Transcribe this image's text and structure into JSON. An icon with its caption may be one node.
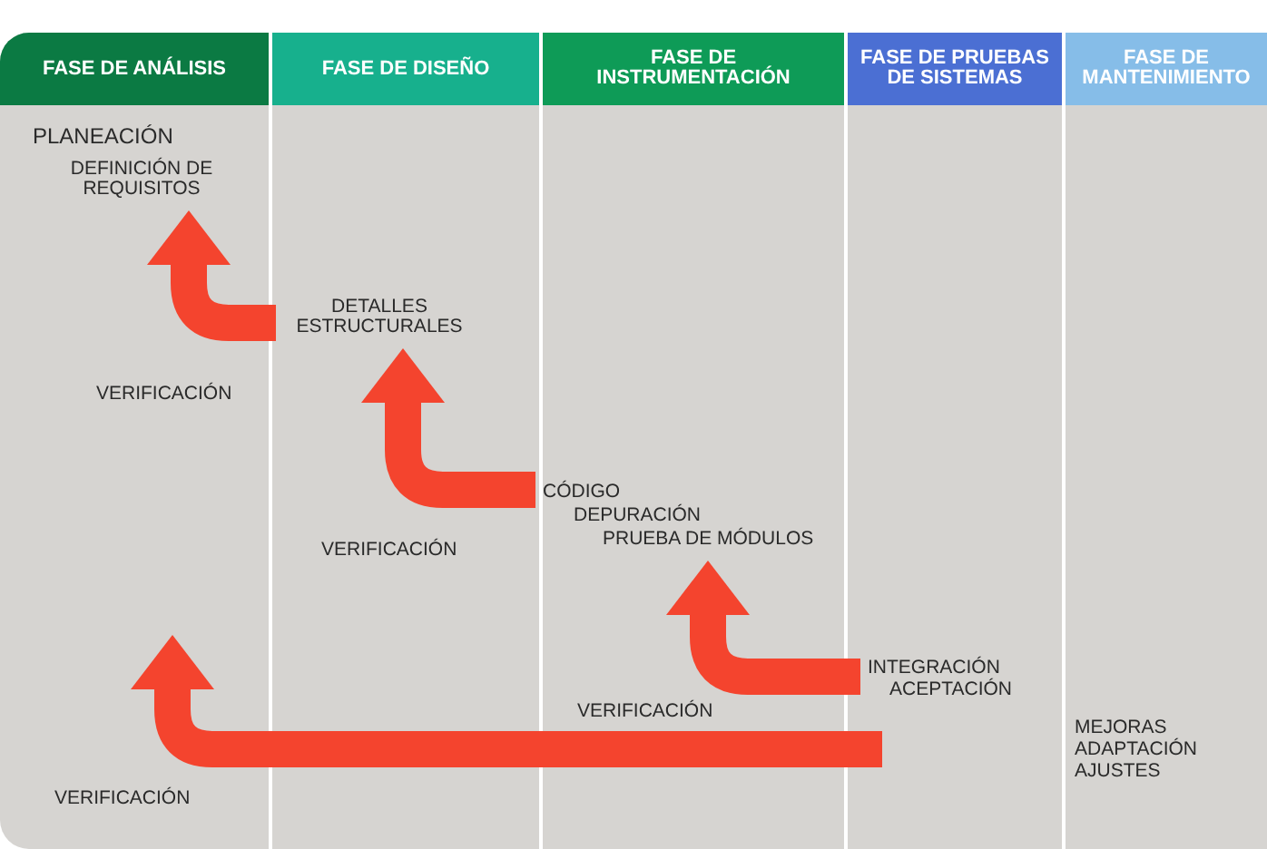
{
  "diagram": {
    "nodes": [
      {
        "text": [
          "FASE DE ANÁLISIS"
        ]
      },
      {
        "text": [
          "FASE DE DISEÑO"
        ]
      },
      {
        "text": [
          "FASE DE INSTRUMENTACIÓN"
        ]
      },
      {
        "text": [
          "FASE DE PRUEBAS DE SISTEMAS"
        ]
      },
      {
        "text": [
          "FASE DE MANTENIMIENTO"
        ]
      },
      {
        "text": [
          "PLANEACIÓN"
        ],
        "in": 0
      },
      {
        "text": [
          "DEFINICIÓN DE REQUISITOS"
        ],
        "in": 0
      },
      {
        "text": [
          "VERIFICACIÓN"
        ],
        "in": 0
      },
      {
        "text": [
          "VERIFICACIÓN"
        ],
        "in": 0
      },
      {
        "text": [
          "DETALLES ESTRUCTURALES"
        ],
        "in": 1
      },
      {
        "text": [
          "VERIFICACIÓN"
        ],
        "in": 1
      },
      {
        "text": [
          "CÓDIGO"
        ],
        "in": 2
      },
      {
        "text": [
          "DEPURACIÓN"
        ],
        "in": 2
      },
      {
        "text": [
          "PRUEBA DE MÓDULOS"
        ],
        "in": 2
      },
      {
        "text": [
          "VERIFICACIÓN"
        ],
        "in": 2
      },
      {
        "text": [
          "INTEGRACIÓN"
        ],
        "in": 3
      },
      {
        "text": [
          "ACEPTACIÓN"
        ],
        "in": 3
      },
      {
        "text": [
          "MEJORAS"
        ],
        "in": 4
      },
      {
        "text": [
          "ADAPTACIÓN"
        ],
        "in": 4
      },
      {
        "text": [
          "AJUSTES"
        ],
        "in": 4
      }
    ],
    "edges": [
      {
        "from": 9,
        "to": 6,
        "arrow": "to"
      },
      {
        "from": 11,
        "to": 9,
        "arrow": "to"
      },
      {
        "from": 15,
        "to": 13,
        "arrow": "to"
      },
      {
        "from": 16,
        "to": 0,
        "arrow": "to"
      }
    ]
  }
}
